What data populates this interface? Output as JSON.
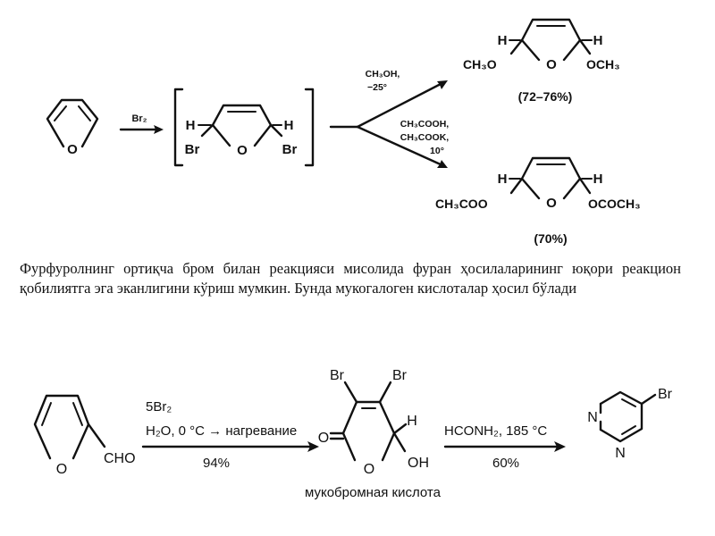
{
  "scheme1": {
    "reagent_br2": "Br₂",
    "intermediate": {
      "h_left": "H",
      "h_right": "H",
      "br_left": "Br",
      "br_right": "Br",
      "o": "O"
    },
    "upper_conditions": {
      "line1": "CH₃OH,",
      "line2": "−25°"
    },
    "lower_conditions": {
      "line1": "CH₃COOH,",
      "line2": "CH₃COOK,",
      "line3": "10°"
    },
    "product_top": {
      "h_left": "H",
      "h_right": "H",
      "left_group": "CH₃O",
      "right_group": "OCH₃",
      "o": "O",
      "yield": "(72–76%)"
    },
    "product_bottom": {
      "h_left": "H",
      "h_right": "H",
      "left_group": "CH₃COO",
      "right_group": "OCOCH₃",
      "o": "O",
      "yield": "(70%)"
    },
    "furan_o": "O"
  },
  "paragraph": "Фурфуролнинг ортиқча бром билан реакцияси мисолида фуран ҳосилаларининг юқори реакцион қобилиятга эга эканлигини кўриш мумкин. Бунда мукогалоген кислоталар ҳосил бўлади",
  "scheme2": {
    "furfural": {
      "o": "O",
      "cho": "CHO"
    },
    "step1": {
      "reagent": "5Br₂",
      "conditions": "H₂O, 0 °C → нагревание",
      "yield": "94%"
    },
    "mucobromic": {
      "br_left": "Br",
      "br_right": "Br",
      "h": "H",
      "o_carbonyl": "O",
      "o_ring": "O",
      "oh": "OH",
      "name": "мукобромная кислота"
    },
    "step2": {
      "reagent": "HCONH₂, 185 °C",
      "yield": "60%"
    },
    "pyrimidine": {
      "n_top": "N",
      "n_bottom": "N",
      "br": "Br"
    }
  }
}
